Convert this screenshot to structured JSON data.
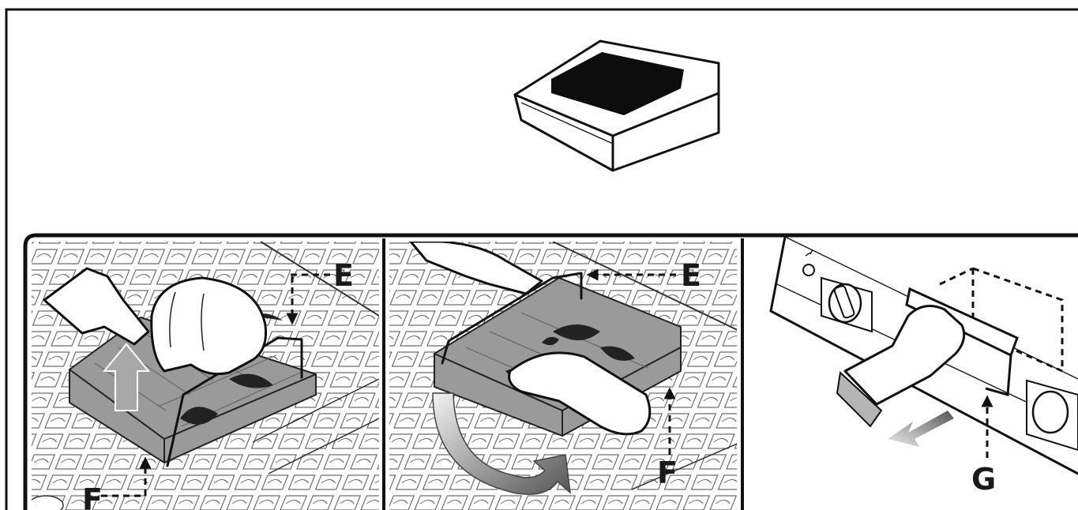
{
  "callouts": {
    "panel1": {
      "top": "E",
      "bottom": "F"
    },
    "panel2": {
      "top": "E",
      "bottom": "F"
    },
    "panel3": {
      "bottom": "G"
    }
  },
  "icons": [
    "griddle-plate-icon",
    "hand-icon",
    "lift-arrow-icon",
    "rotate-arrow-icon",
    "pull-arrow-icon",
    "control-knob-icon"
  ],
  "colors": {
    "ink": "#111111",
    "tray": "#9a9a9a",
    "background": "#ffffff"
  }
}
